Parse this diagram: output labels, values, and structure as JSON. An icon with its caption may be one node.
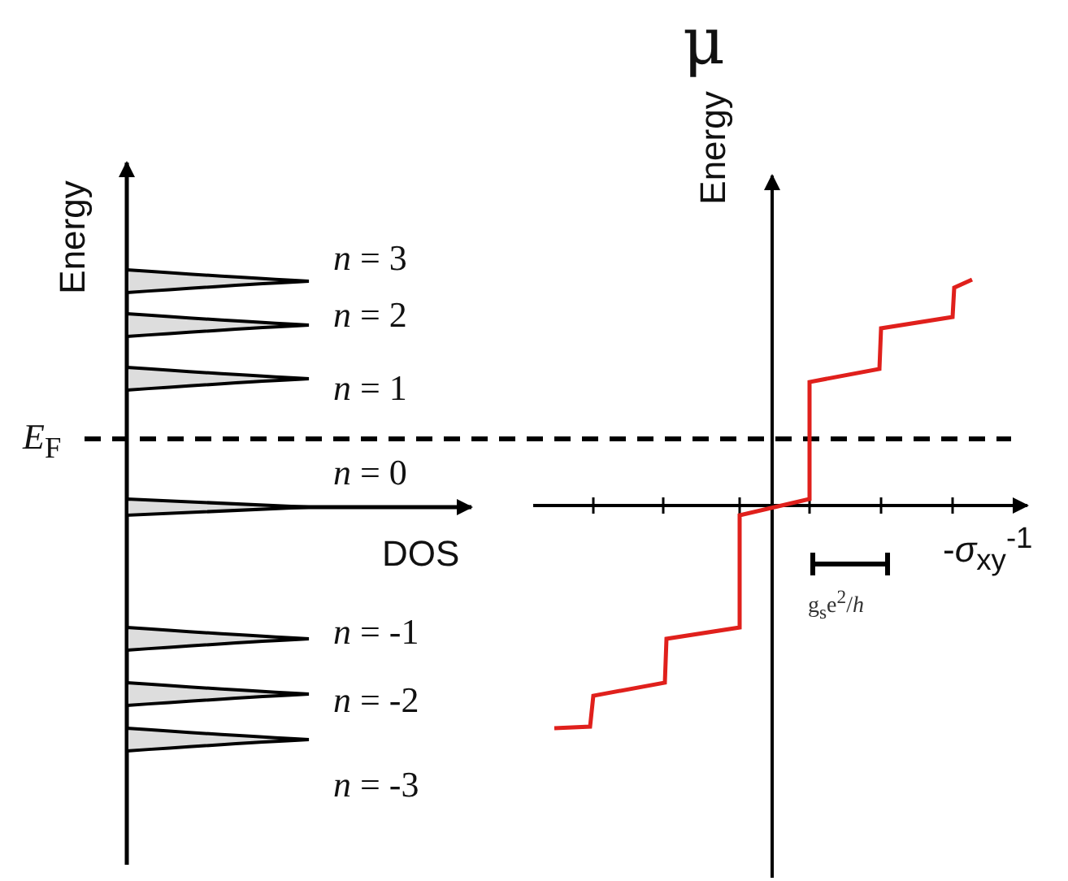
{
  "diagram": {
    "labels": [
      "μ",
      "Energy",
      "*n* = 3",
      "*n* = 2",
      "*n* = 1",
      "*E*$_{F}$",
      "*n* = 0",
      "DOS",
      "*n* = -1",
      "*n* = -2",
      "*n* = -3",
      "Energy",
      "-*σ*$_{xy}$$^{-1}$",
      "g$_{s}$e$^{2}$/*h*"
    ]
  }
}
